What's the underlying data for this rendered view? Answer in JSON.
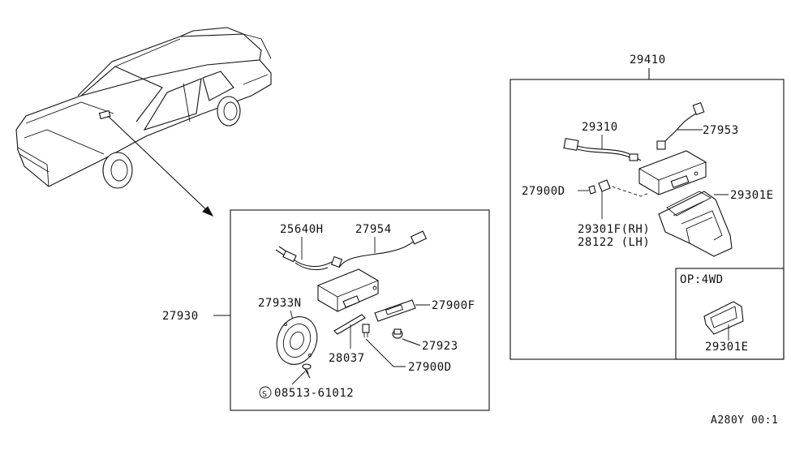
{
  "labels": {
    "group_main": "29410",
    "harness": "29310",
    "cord": "27953",
    "clip_d_right": "27900D",
    "bracket_e": "29301E",
    "bracket_f": "29301F(RH)",
    "bracket_lh": "28122 (LH)",
    "option_box_title": "OP:4WD",
    "option_part": "29301E",
    "group_left": "27930",
    "wire": "25640H",
    "antenna_cord": "27954",
    "speaker": "27933N",
    "bracket_left": "27900F",
    "plate": "28037",
    "knob": "27923",
    "clip_d_left": "27900D",
    "screw": "08513-61012",
    "screw_symbol": "S",
    "diagram_code": "A280Y 00:1"
  }
}
